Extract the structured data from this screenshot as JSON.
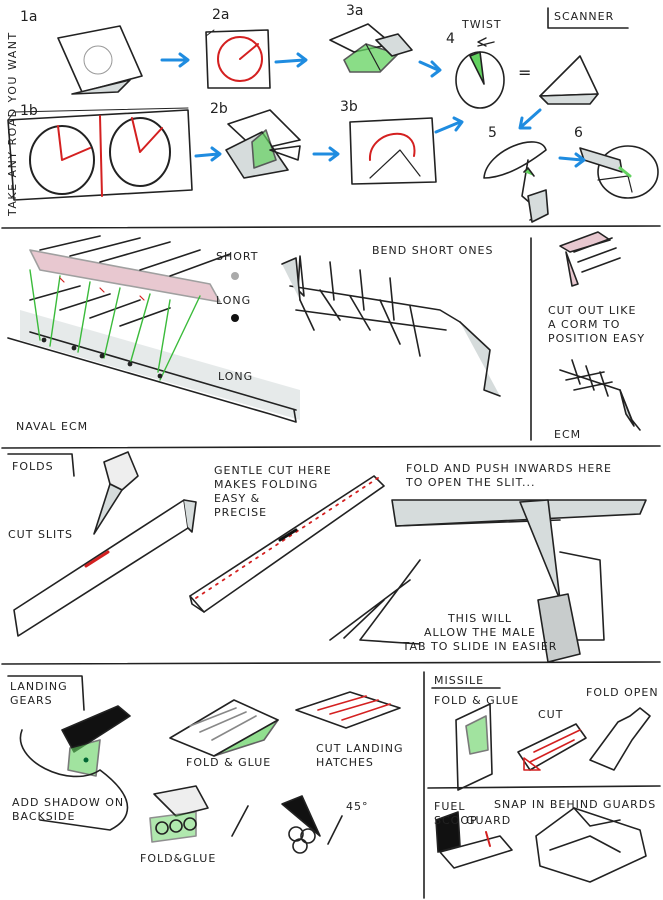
{
  "side_note": "TAKE ANY ROAD YOU WANT",
  "top": {
    "steps": [
      "1a",
      "2a",
      "3a",
      "4",
      "1b",
      "2b",
      "3b",
      "5",
      "6"
    ],
    "twist_label": "TWIST",
    "scanner_title": "SCANNER",
    "equals": "="
  },
  "ecm": {
    "short_label": "SHORT",
    "long_label": "LONG",
    "long_label_2": "LONG",
    "bend_label": "BEND SHORT ONES",
    "naval_title": "NAVAL ECM",
    "cutout_note": "CUT OUT LIKE\nA CORM TO\nPOSITION EASY",
    "ecm_title": "ECM"
  },
  "folds": {
    "title": "FOLDS",
    "cut_slits": "CUT SLITS",
    "gentle_cut": "GENTLE CUT HERE\nMAKES FOLDING\nEASY &\nPRECISE",
    "fold_push": "FOLD AND PUSH INWARDS HERE\nTO OPEN THE SLIT...",
    "allow_note": "THIS WILL\nALLOW THE MALE\nTAB TO SLIDE IN EASIER"
  },
  "gear": {
    "title": "LANDING\nGEARS",
    "fold_glue": "FOLD & GLUE",
    "cut_hatches": "CUT LANDING\nHATCHES",
    "add_shadow": "ADD SHADOW ON\nBACKSIDE",
    "fold_glue_2": "FOLD&GLUE",
    "angle": "45°"
  },
  "missile": {
    "title": "MISSILE",
    "fold_glue": "FOLD & GLUE",
    "cut": "CUT",
    "fold_open": "FOLD OPEN"
  },
  "fuel": {
    "title": "FUEL\nSCOOP",
    "guard": "GUARD",
    "snap_note": "SNAP IN BEHIND GUARDS"
  },
  "colors": {
    "ink": "#222222",
    "red": "#d42020",
    "green": "#63d260",
    "grey": "#d6dcdc",
    "pink": "#e8c8d0"
  }
}
